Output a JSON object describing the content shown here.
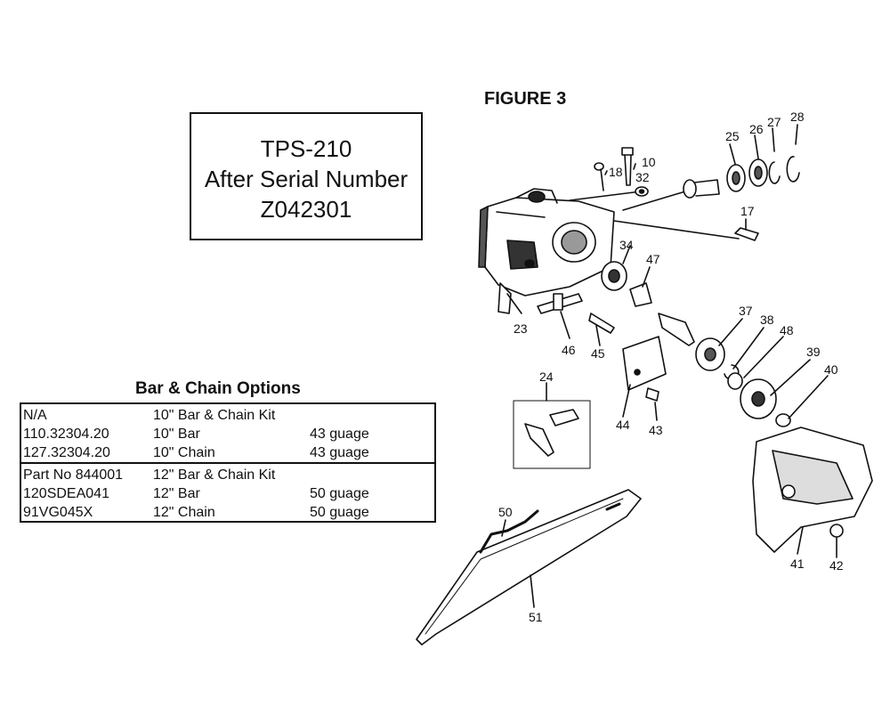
{
  "figure_title": "FIGURE 3",
  "model_box": {
    "line1": "TPS-210",
    "line2": "After Serial Number",
    "line3": "Z042301"
  },
  "bar_chain_options": {
    "title": "Bar & Chain Options",
    "groups": [
      {
        "rows": [
          {
            "part": "N/A",
            "description": "10\" Bar & Chain Kit",
            "gauge": ""
          },
          {
            "part": "110.32304.20",
            "description": "10\" Bar",
            "gauge": "43 guage"
          },
          {
            "part": "127.32304.20",
            "description": "10\" Chain",
            "gauge": "43 guage"
          }
        ]
      },
      {
        "rows": [
          {
            "part": "Part No 844001",
            "description": "12\" Bar & Chain Kit",
            "gauge": ""
          },
          {
            "part": "120SDEA041",
            "description": "12\" Bar",
            "gauge": "50 guage"
          },
          {
            "part": "91VG045X",
            "description": "12\" Chain",
            "gauge": "50 guage"
          }
        ]
      }
    ]
  },
  "part_callouts": [
    "10",
    "17",
    "18",
    "23",
    "24",
    "25",
    "26",
    "27",
    "28",
    "32",
    "34",
    "37",
    "38",
    "39",
    "40",
    "41",
    "42",
    "43",
    "44",
    "45",
    "46",
    "47",
    "48",
    "50",
    "51"
  ]
}
